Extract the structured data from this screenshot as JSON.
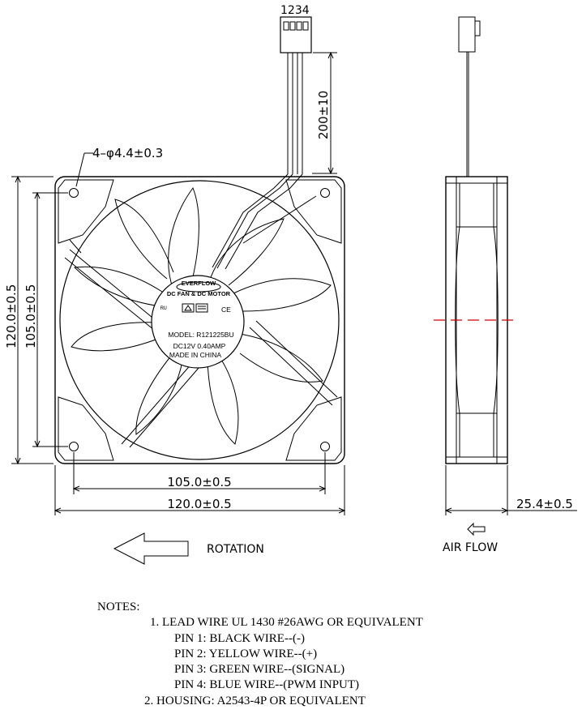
{
  "connector": {
    "pin_label": "1234"
  },
  "holes": {
    "label": "4–φ4.4±0.3"
  },
  "dimensions": {
    "lead_length": "200±10",
    "height_outer": "120.0±0.5",
    "height_inner": "105.0±0.5",
    "width_inner": "105.0±0.5",
    "width_outer": "120.0±0.5",
    "thickness": "25.4±0.5"
  },
  "fan_label": {
    "brand": "EVERFLOW",
    "subtitle": "DC FAN & DC MOTOR",
    "model": "MODEL: R121225BU",
    "rating": "DC12V  0.40AMP",
    "origin": "MADE IN CHINA"
  },
  "rotation_label": "ROTATION",
  "airflow_label": "AIR  FLOW",
  "notes": {
    "title": "NOTES:",
    "item1": "1. LEAD WIRE UL 1430 #26AWG OR EQUIVALENT",
    "pins": [
      "PIN 1: BLACK WIRE--(-)",
      "PIN 2: YELLOW WIRE--(+)",
      "PIN 3: GREEN WIRE--(SIGNAL)",
      "PIN 4: BLUE  WIRE--(PWM INPUT)"
    ],
    "item2": "2. HOUSING: A2543-4P OR EQUIVALENT"
  },
  "colors": {
    "line": "#000000",
    "centerline": "#d40000"
  }
}
